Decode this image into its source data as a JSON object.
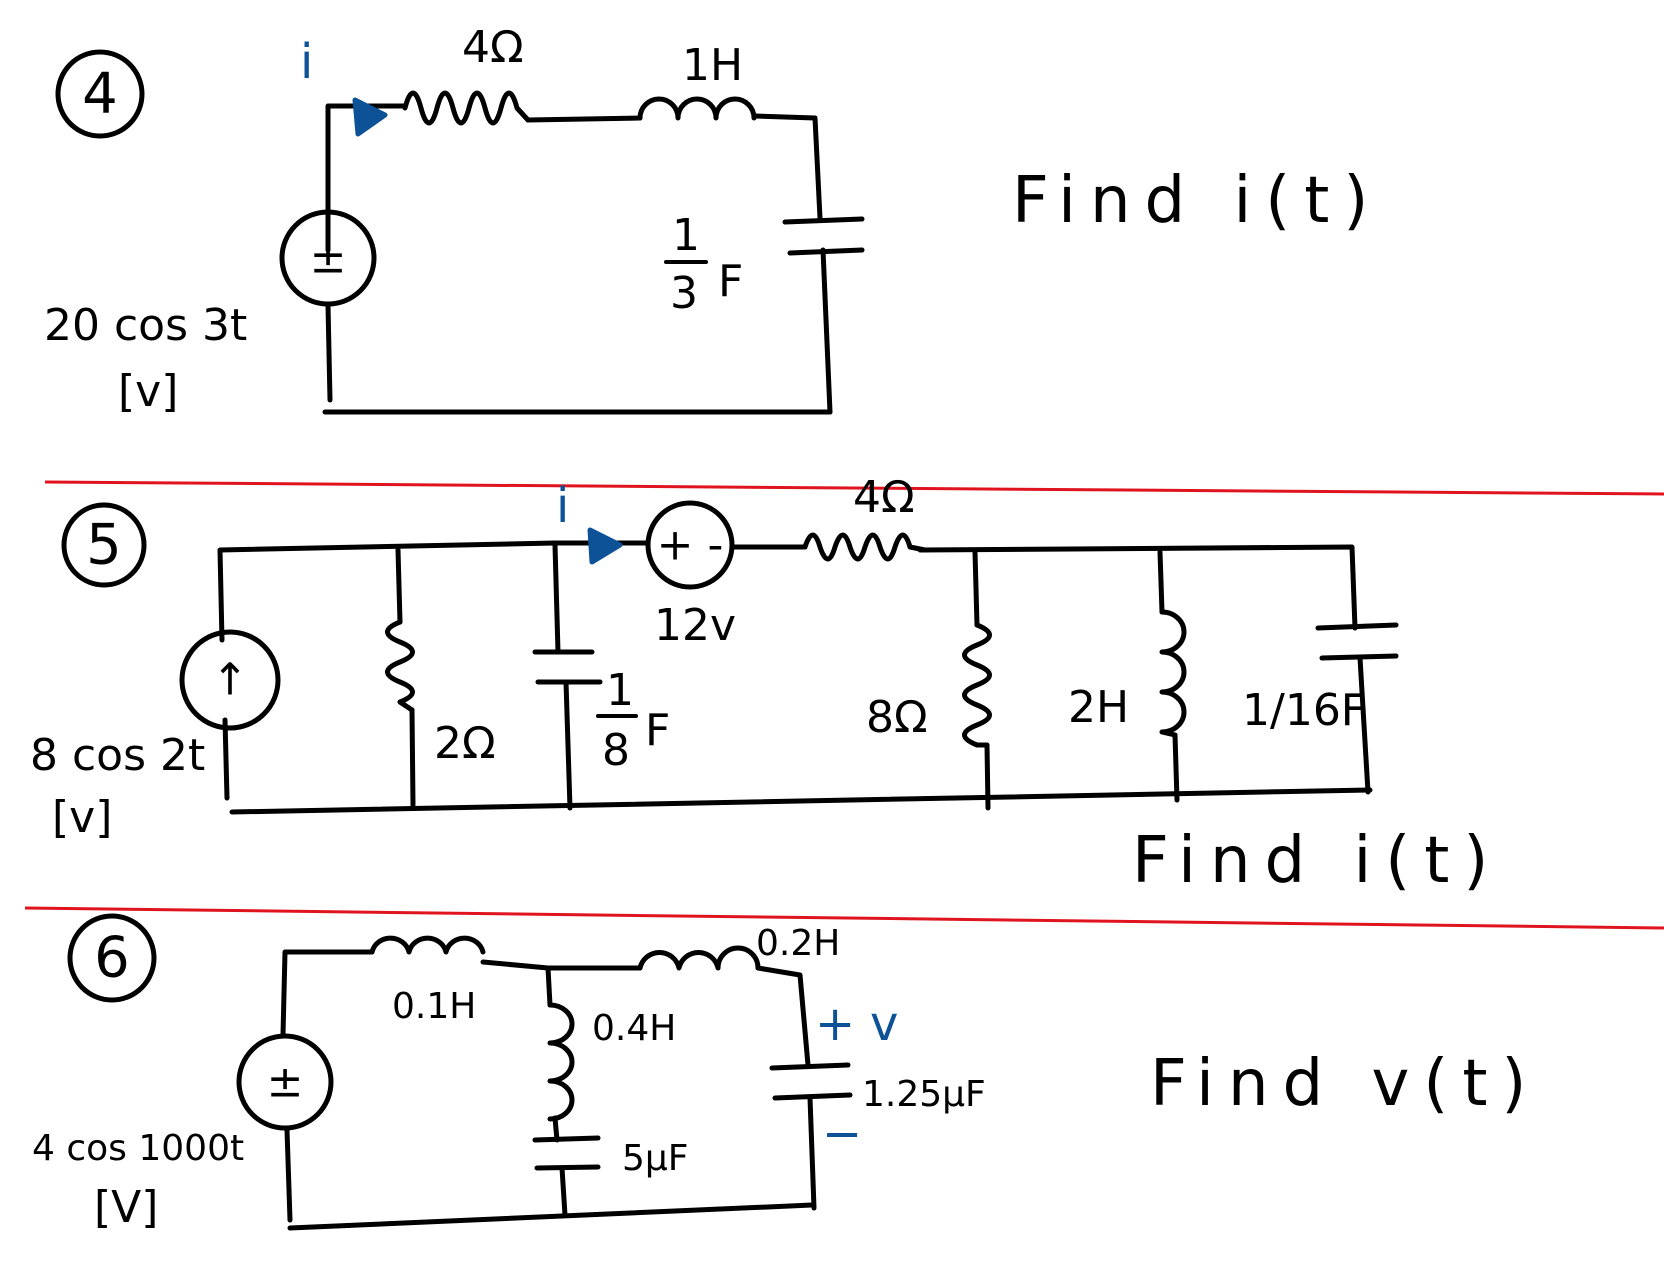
{
  "colors": {
    "ink": "#000000",
    "current_arrow": "#0d5296",
    "divider": "#e0141e",
    "paper": "#ffffff"
  },
  "problem4": {
    "number": "4",
    "current_label": "i",
    "resistor": "4Ω",
    "inductor": "1H",
    "capacitor_num": "1",
    "capacitor_den": "3",
    "capacitor_unit": "F",
    "source_symbol": "±",
    "source_value": "20 cos 3t",
    "source_unit": "[v]",
    "task": "Find  i(t)"
  },
  "problem5": {
    "number": "5",
    "current_label": "i",
    "current_source_symbol": "↑",
    "current_source_value": "8 cos 2t",
    "current_source_unit": "[v]",
    "resistor_2": "2Ω",
    "capacitor_num": "1",
    "capacitor_den": "8",
    "capacitor_unit": "F",
    "voltage_source_symbol": "+ -",
    "voltage_source_value": "12v",
    "resistor_4": "4Ω",
    "resistor_8": "8Ω",
    "inductor": "2H",
    "capacitor2": "1/16F",
    "task": "Find  i(t)"
  },
  "problem6": {
    "number": "6",
    "inductor1": "0.1H",
    "inductor2": "0.2H",
    "inductor3": "0.4H",
    "capacitor1": "5μF",
    "capacitor2": "1.25μF",
    "v_plus": "+",
    "v_label": "v",
    "v_minus": "−",
    "source_symbol": "±",
    "source_value": "4 cos 1000t",
    "source_unit": "[V]",
    "task": "Find  v(t)"
  }
}
